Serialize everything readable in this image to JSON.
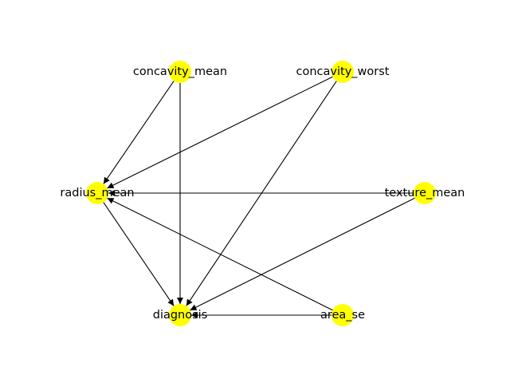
{
  "graph": {
    "node_color": "#ffff00",
    "edge_color": "#000000",
    "nodes": [
      {
        "id": "concavity_mean",
        "label": "concavity_mean"
      },
      {
        "id": "concavity_worst",
        "label": "concavity_worst"
      },
      {
        "id": "radius_mean",
        "label": "radius_mean"
      },
      {
        "id": "texture_mean",
        "label": "texture_mean"
      },
      {
        "id": "diagnosis",
        "label": "diagnosis"
      },
      {
        "id": "area_se",
        "label": "area_se"
      }
    ],
    "edges": [
      {
        "from": "concavity_mean",
        "to": "radius_mean"
      },
      {
        "from": "concavity_mean",
        "to": "diagnosis"
      },
      {
        "from": "concavity_worst",
        "to": "radius_mean"
      },
      {
        "from": "concavity_worst",
        "to": "diagnosis"
      },
      {
        "from": "texture_mean",
        "to": "radius_mean"
      },
      {
        "from": "texture_mean",
        "to": "diagnosis"
      },
      {
        "from": "radius_mean",
        "to": "diagnosis"
      },
      {
        "from": "area_se",
        "to": "radius_mean"
      },
      {
        "from": "area_se",
        "to": "diagnosis"
      }
    ]
  }
}
